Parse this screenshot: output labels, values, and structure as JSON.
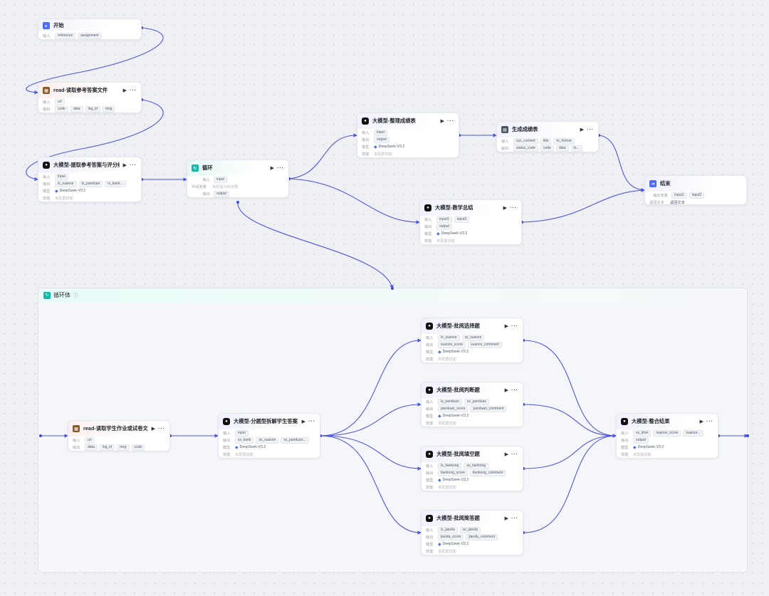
{
  "colors": {
    "edge": "#4f55e0",
    "accent": "#4f6ef7",
    "loop": "#14b8a6"
  },
  "labels": {
    "input": "输入",
    "output": "输出",
    "model": "模型",
    "skill": "技能",
    "unset_skill": "未配置技能",
    "loop_var": "中间变量",
    "unset_loop_var": "未配置中间变量",
    "output_var": "输出变量",
    "return_text": "返回文本"
  },
  "nodes": {
    "start": {
      "title": "开始",
      "inputs": [
        "reference",
        "assignment"
      ]
    },
    "read_ref": {
      "title": "read-读取参考答案文件",
      "inputs": [
        "url"
      ],
      "outputs": [
        "code",
        "data",
        "log_id",
        "msg"
      ]
    },
    "llm_extract": {
      "title": "大模型-提取参考答案与评分细则",
      "inputs": [
        "input"
      ],
      "outputs": [
        "ls_xuanze",
        "ls_panduan",
        "ls_tiank..."
      ],
      "model": "DeepSeek-V3.2"
    },
    "loop": {
      "title": "循环",
      "inputs": [
        "input"
      ],
      "outputs": [
        "output"
      ]
    },
    "llm_organize": {
      "title": "大模型-整理成绩表",
      "inputs": [
        "input"
      ],
      "outputs": [
        "output"
      ],
      "model": "DeepSeek-V3.2"
    },
    "gen_table": {
      "title": "生成成绩表",
      "inputs": [
        "sys_content",
        "title",
        "to_format"
      ],
      "outputs": [
        "status_code",
        "code",
        "data",
        "lo..."
      ]
    },
    "llm_summary": {
      "title": "大模型-教学总结",
      "inputs": [
        "input1",
        "input2"
      ],
      "outputs": [
        "output"
      ],
      "model": "DeepSeek-V3.2"
    },
    "end": {
      "title": "结束",
      "inputs": [
        "input1",
        "input2"
      ]
    },
    "loop_body": {
      "title": "循环体"
    },
    "read_stu": {
      "title": "read-读取学生作业或试卷文件",
      "inputs": [
        "url"
      ],
      "outputs": [
        "data",
        "log_id",
        "msg",
        "code"
      ]
    },
    "llm_split": {
      "title": "大模型-分题型拆解学生答案",
      "inputs": [
        "input"
      ],
      "outputs": [
        "ss_tiank",
        "ss_xuanze",
        "ss_panduan..."
      ],
      "model": "DeepSeek-V3.2"
    },
    "llm_choice": {
      "title": "大模型-批阅选择题",
      "inputs": [
        "ls_xuanze",
        "ss_xuanze"
      ],
      "outputs": [
        "xuanze_score",
        "xuanze_comment"
      ],
      "model": "DeepSeek-V3.2"
    },
    "llm_judge": {
      "title": "大模型-批阅判断题",
      "inputs": [
        "ls_panduan",
        "ss_panduan"
      ],
      "outputs": [
        "panduan_score",
        "panduan_comment"
      ],
      "model": "DeepSeek-V3.2"
    },
    "llm_fill": {
      "title": "大模型-批阅填空题",
      "inputs": [
        "ls_tiankong",
        "ss_tiankong"
      ],
      "outputs": [
        "tiankong_score",
        "tiankong_comment"
      ],
      "model": "DeepSeek-V3.2"
    },
    "llm_short": {
      "title": "大模型-批阅简答题",
      "inputs": [
        "ls_jianda",
        "ss_jianda"
      ],
      "outputs": [
        "jianda_score",
        "jianda_comment"
      ],
      "model": "DeepSeek-V3.2"
    },
    "llm_merge": {
      "title": "大模型-整合结果",
      "inputs": [
        "xs_time",
        "xuanze_score",
        "xuanze..."
      ],
      "outputs": [
        "output"
      ],
      "model": "DeepSeek-V3.2"
    }
  }
}
